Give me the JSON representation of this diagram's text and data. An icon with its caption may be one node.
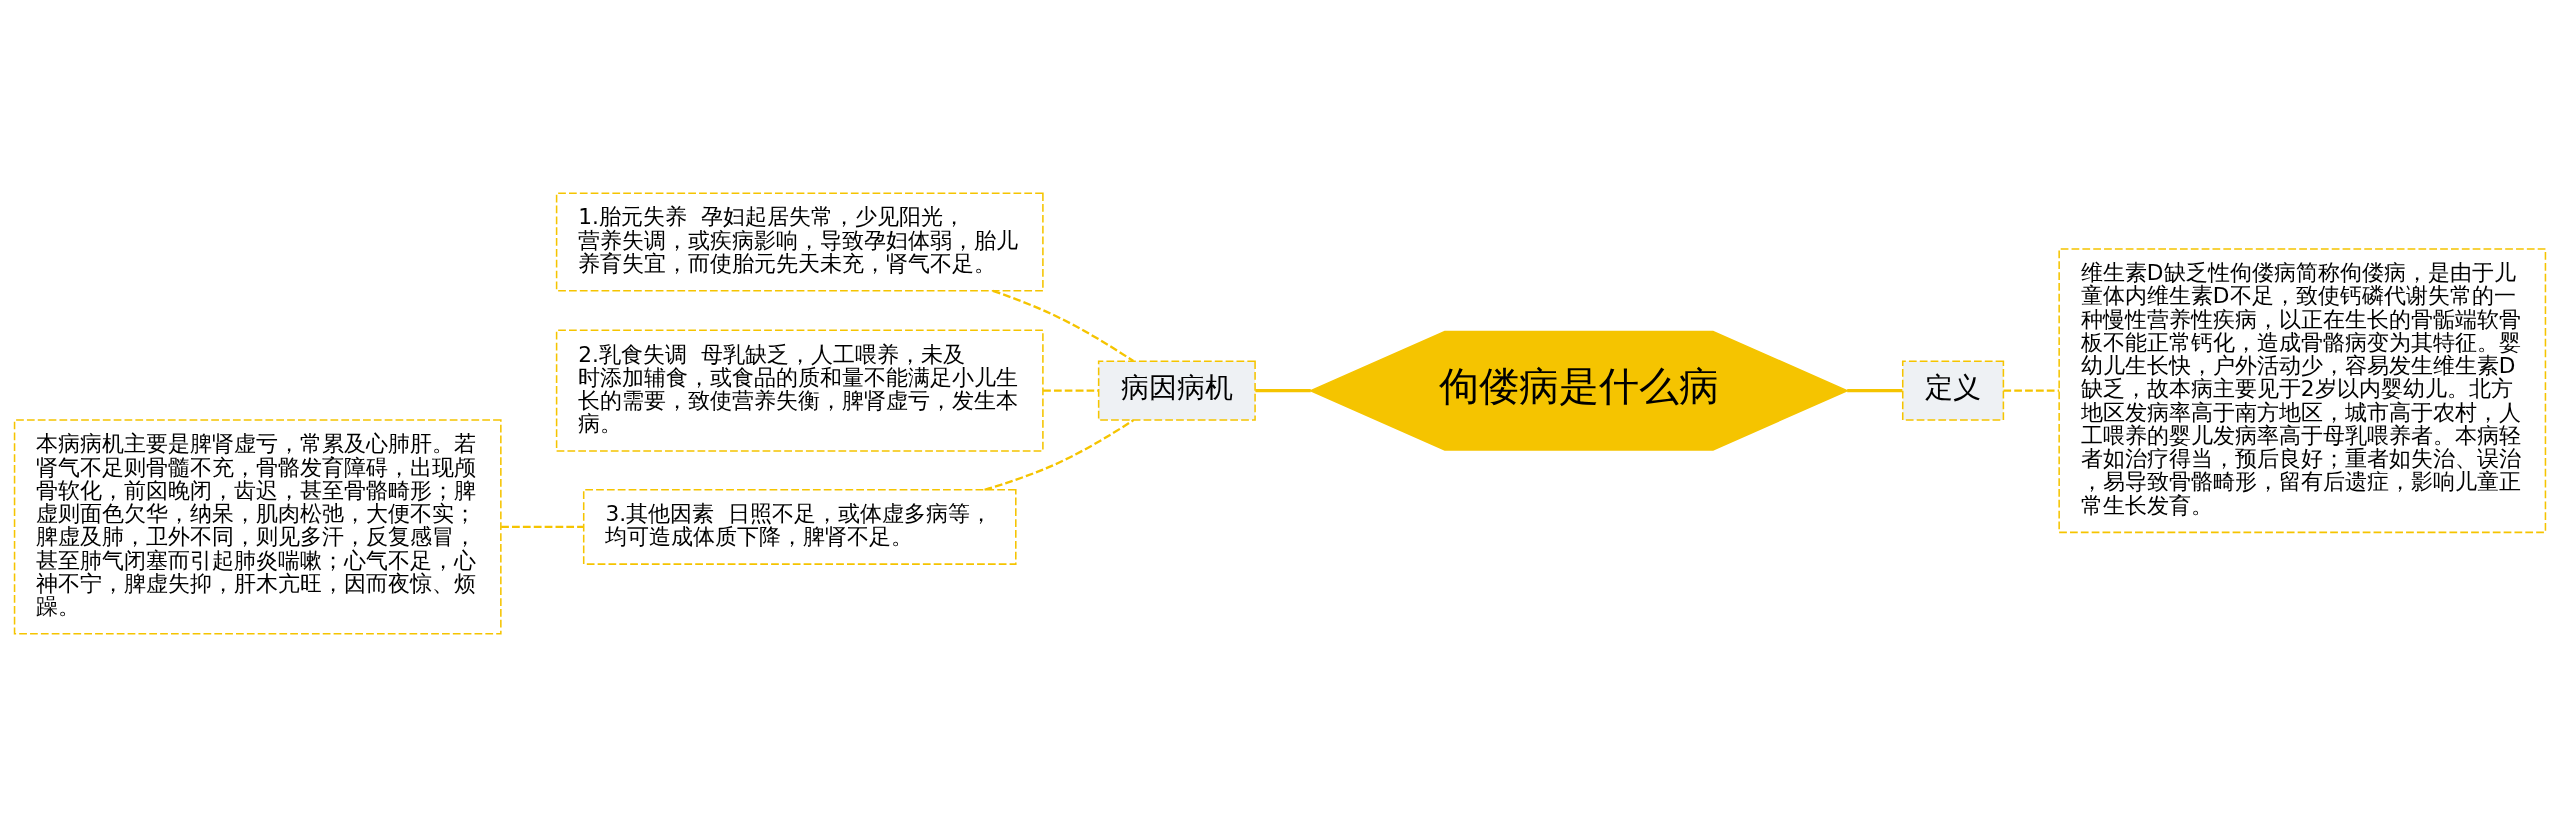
{
  "diagram": {
    "nodes": [
      {
        "text": [
          "佝偻病是什么病"
        ]
      },
      {
        "text": [
          "病因病机"
        ]
      },
      {
        "text": [
          "定义"
        ]
      },
      {
        "text": [
          "维生素D缺乏性佝偻病简称佝偻病，是由于儿童体内维生素D不足，致使钙磷代谢失常的一种慢性营养性疾病，以正在生长的骨骺端软骨板不能正常钙化，造成骨骼病变为其特征。婴幼儿生长快，户外活动少，容易发生维生素D缺乏，故本病主要见于2岁以内婴幼儿。北方地区发病率高于南方地区，城市高于农村，人工喂养的婴儿发病率高于母乳喂养者。本病轻者如治疗得当，预后良好；重者如失治、误治，易导致骨骼畸形，留有后遗症，影响儿童正常生长发育。"
        ]
      },
      {
        "text": [
          "1.胎元失养  孕妇起居失常，少见阳光，营养失调，或疾病影响，导致孕妇体弱，胎儿养育失宜，而使胎元先天未充，肾气不足。"
        ]
      },
      {
        "text": [
          "2.乳食失调  母乳缺乏，人工喂养，未及时添加辅食，或食品的质和量不能满足小儿生长的需要，致使营养失衡，脾肾虚亏，发生本病。"
        ]
      },
      {
        "text": [
          "3.其他因素  日照不足，或体虚多病等，均可造成体质下降，脾肾不足。"
        ]
      },
      {
        "text": [
          "本病病机主要是脾肾虚亏，常累及心肺肝。若肾气不足则骨髓不充，骨骼发育障碍，出现颅骨软化，前囟晚闭，齿迟，甚至骨骼畸形；脾虚则面色欠华，纳呆，肌肉松弛，大便不实；脾虚及肺，卫外不同，则见多汗，反复感冒，甚至肺气闭塞而引起肺炎喘嗽；心气不足，心神不宁，脾虚失抑，肝木亢旺，因而夜惊、烦躁。"
        ]
      }
    ],
    "edges": [
      {
        "from": 0,
        "to": 1,
        "arrow": "none"
      },
      {
        "from": 0,
        "to": 2,
        "arrow": "none"
      },
      {
        "from": 2,
        "to": 3,
        "arrow": "none",
        "style": "dashed"
      },
      {
        "from": 1,
        "to": 4,
        "arrow": "none",
        "style": "dashed"
      },
      {
        "from": 1,
        "to": 5,
        "arrow": "none",
        "style": "dashed"
      },
      {
        "from": 1,
        "to": 6,
        "arrow": "none",
        "style": "dashed"
      },
      {
        "from": 6,
        "to": 7,
        "arrow": "none",
        "style": "dashed"
      }
    ]
  }
}
